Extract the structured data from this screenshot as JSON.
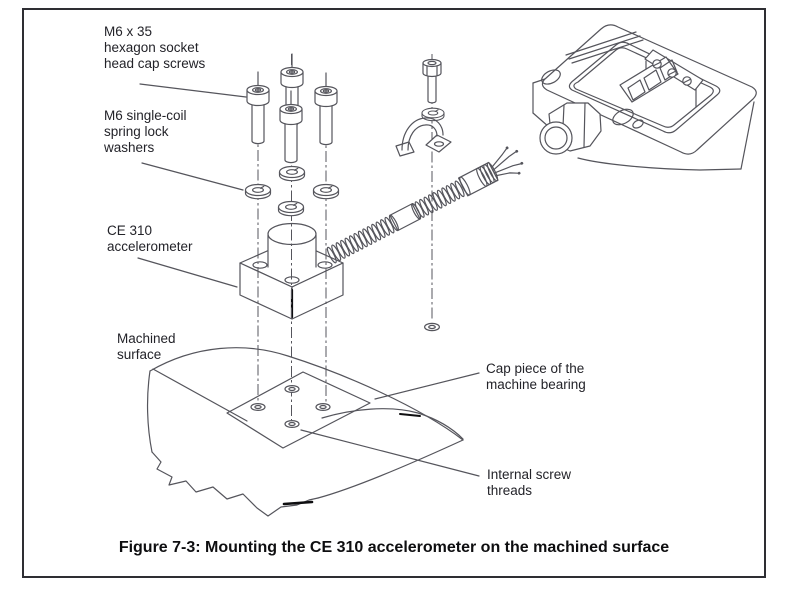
{
  "figure": {
    "caption": "Figure 7-3: Mounting the CE 310 accelerometer on the machined surface",
    "labels": {
      "cap_screws": [
        "M6 x 35",
        "hexagon socket",
        "head cap screws"
      ],
      "lock_washers": [
        "M6 single-coil",
        "spring lock",
        "washers"
      ],
      "accelerometer": [
        "CE 310",
        "accelerometer"
      ],
      "machined_surface": [
        "Machined",
        "surface"
      ],
      "cap_piece": [
        "Cap piece of the",
        "machine bearing"
      ],
      "screw_threads": [
        "Internal screw",
        "threads"
      ]
    },
    "colors": {
      "line": "#55555c",
      "text": "#232329",
      "caption_text": "#0e0e10",
      "frame_border": "#2e2e33",
      "background": "#ffffff"
    }
  }
}
